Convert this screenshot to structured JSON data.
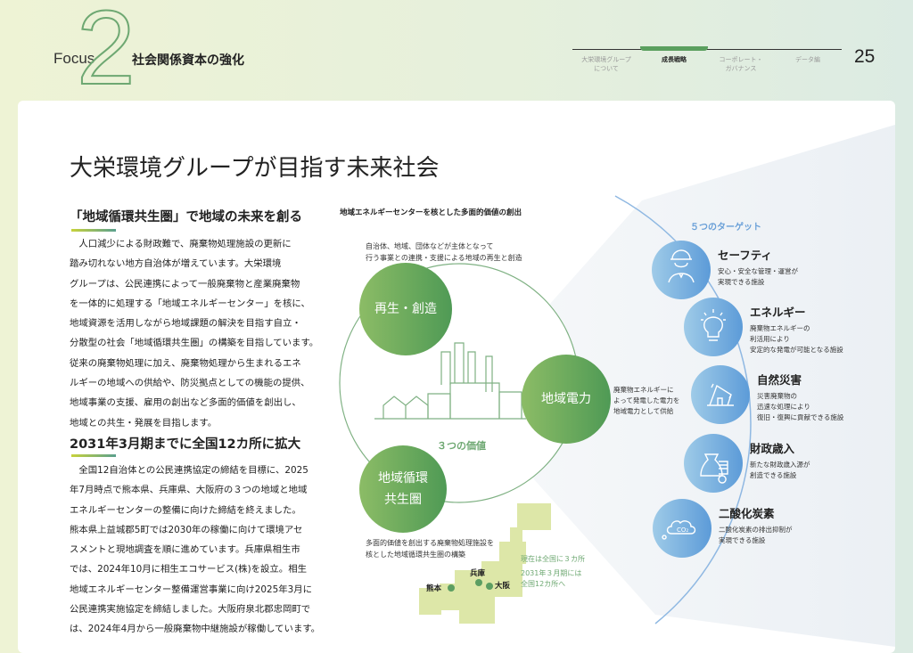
{
  "header": {
    "focus_label": "Focus",
    "focus_number": "2",
    "section_title": "社会関係資本の強化",
    "page_number": "25",
    "nav": [
      {
        "label": "大栄環境グループについて",
        "lines": [
          "大栄環境グループ",
          "について"
        ]
      },
      {
        "label": "成長戦略",
        "lines": [
          "成長戦略"
        ]
      },
      {
        "label": "コーポレート・ガバナンス",
        "lines": [
          "コーポレート・",
          "ガバナンス"
        ]
      },
      {
        "label": "データ編",
        "lines": [
          "データ編"
        ]
      }
    ],
    "active_nav": "成長戦略"
  },
  "main": {
    "title": "大栄環境グループが目指す未来社会",
    "sections": [
      {
        "heading": "「地域循環共生圏」で地域の未来を創る",
        "lines": [
          "　人口減少による財政難で、廃棄物処理施設の更新に",
          "踏み切れない地方自治体が増えています。大栄環境",
          "グループは、公民連携によって一般廃棄物と産業廃棄物",
          "を一体的に処理する「地域エネルギーセンター」を核に、",
          "地域資源を活用しながら地域課題の解決を目指す自立・",
          "分散型の社会「地域循環共生圏」の構築を目指しています。",
          "従来の廃棄物処理に加え、廃棄物処理から生まれるエネ",
          "ルギーの地域への供給や、防災拠点としての機能の提供、",
          "地域事業の支援、雇用の創出など多面的価値を創出し、",
          "地域との共生・発展を目指します。"
        ]
      },
      {
        "heading": "2031年3月期までに全国12カ所に拡大",
        "lines": [
          "　全国12自治体との公民連携協定の締結を目標に、2025",
          "年7月時点で熊本県、兵庫県、大阪府の３つの地域と地域",
          "エネルギーセンターの整備に向けた締結を終えました。",
          "熊本県上益城郡5町では2030年の稼働に向けて環境アセ",
          "スメントと現地調査を順に進めています。兵庫県相生市",
          "では、2024年10月に相生エコサービス(株)を設立。相生",
          "地域エネルギーセンター整備運営事業に向け2025年3月に",
          "公民連携実施協定を締結しました。大阪府泉北郡忠岡町で",
          "は、2024年4月から一般廃棄物中継施設が稼働しています。"
        ]
      }
    ]
  },
  "diagram": {
    "title": "地域エネルギーセンターを核とした多面的価値の創出",
    "center_label": "３つの価値",
    "values": [
      {
        "label": "再生・創造",
        "lines": [
          "再生・創造"
        ],
        "desc": [
          "自治体、地域、団体などが主体となって",
          "行う事業との連携・支援による地域の再生と創造"
        ]
      },
      {
        "label": "地域電力",
        "lines": [
          "地域電力"
        ],
        "desc": [
          "廃棄物エネルギーに",
          "よって発電した電力を",
          "地域電力として供給"
        ]
      },
      {
        "label": "地域循環共生圏",
        "lines": [
          "地域循環",
          "共生圏"
        ],
        "desc": [
          "多面的価値を創出する廃棄物処理施設を",
          "核とした地域循環共生圏の構築"
        ]
      }
    ],
    "targets_title": "５つのターゲット",
    "targets": [
      {
        "icon": "safety-worker-icon",
        "title": "セーフティ",
        "desc": [
          "安心・安全な管理・運営が",
          "実現できる施設"
        ]
      },
      {
        "icon": "light-bulb-icon",
        "title": "エネルギー",
        "desc": [
          "廃棄物エネルギーの",
          "利活用により",
          "安定的な発電が可能となる施設"
        ]
      },
      {
        "icon": "disaster-house-icon",
        "title": "自然災害",
        "desc": [
          "災害廃棄物の",
          "迅速な処理により",
          "復旧・復興に貢献できる施設"
        ]
      },
      {
        "icon": "money-bag-icon",
        "title": "財政歳入",
        "desc": [
          "新たな財政歳入源が",
          "創造できる施設"
        ]
      },
      {
        "icon": "co2-cloud-icon",
        "title": "二酸化炭素",
        "desc": [
          "二酸化炭素の排出抑制が",
          "実現できる施設"
        ]
      }
    ],
    "map": {
      "sites": [
        "熊本",
        "兵庫",
        "大阪"
      ],
      "note1": "現在は全国に３カ所",
      "note2": [
        "2031年３月期には",
        "全国12カ所へ"
      ]
    }
  },
  "colors": {
    "green": "#5a9f5e",
    "blue": "#5c9bd8"
  }
}
